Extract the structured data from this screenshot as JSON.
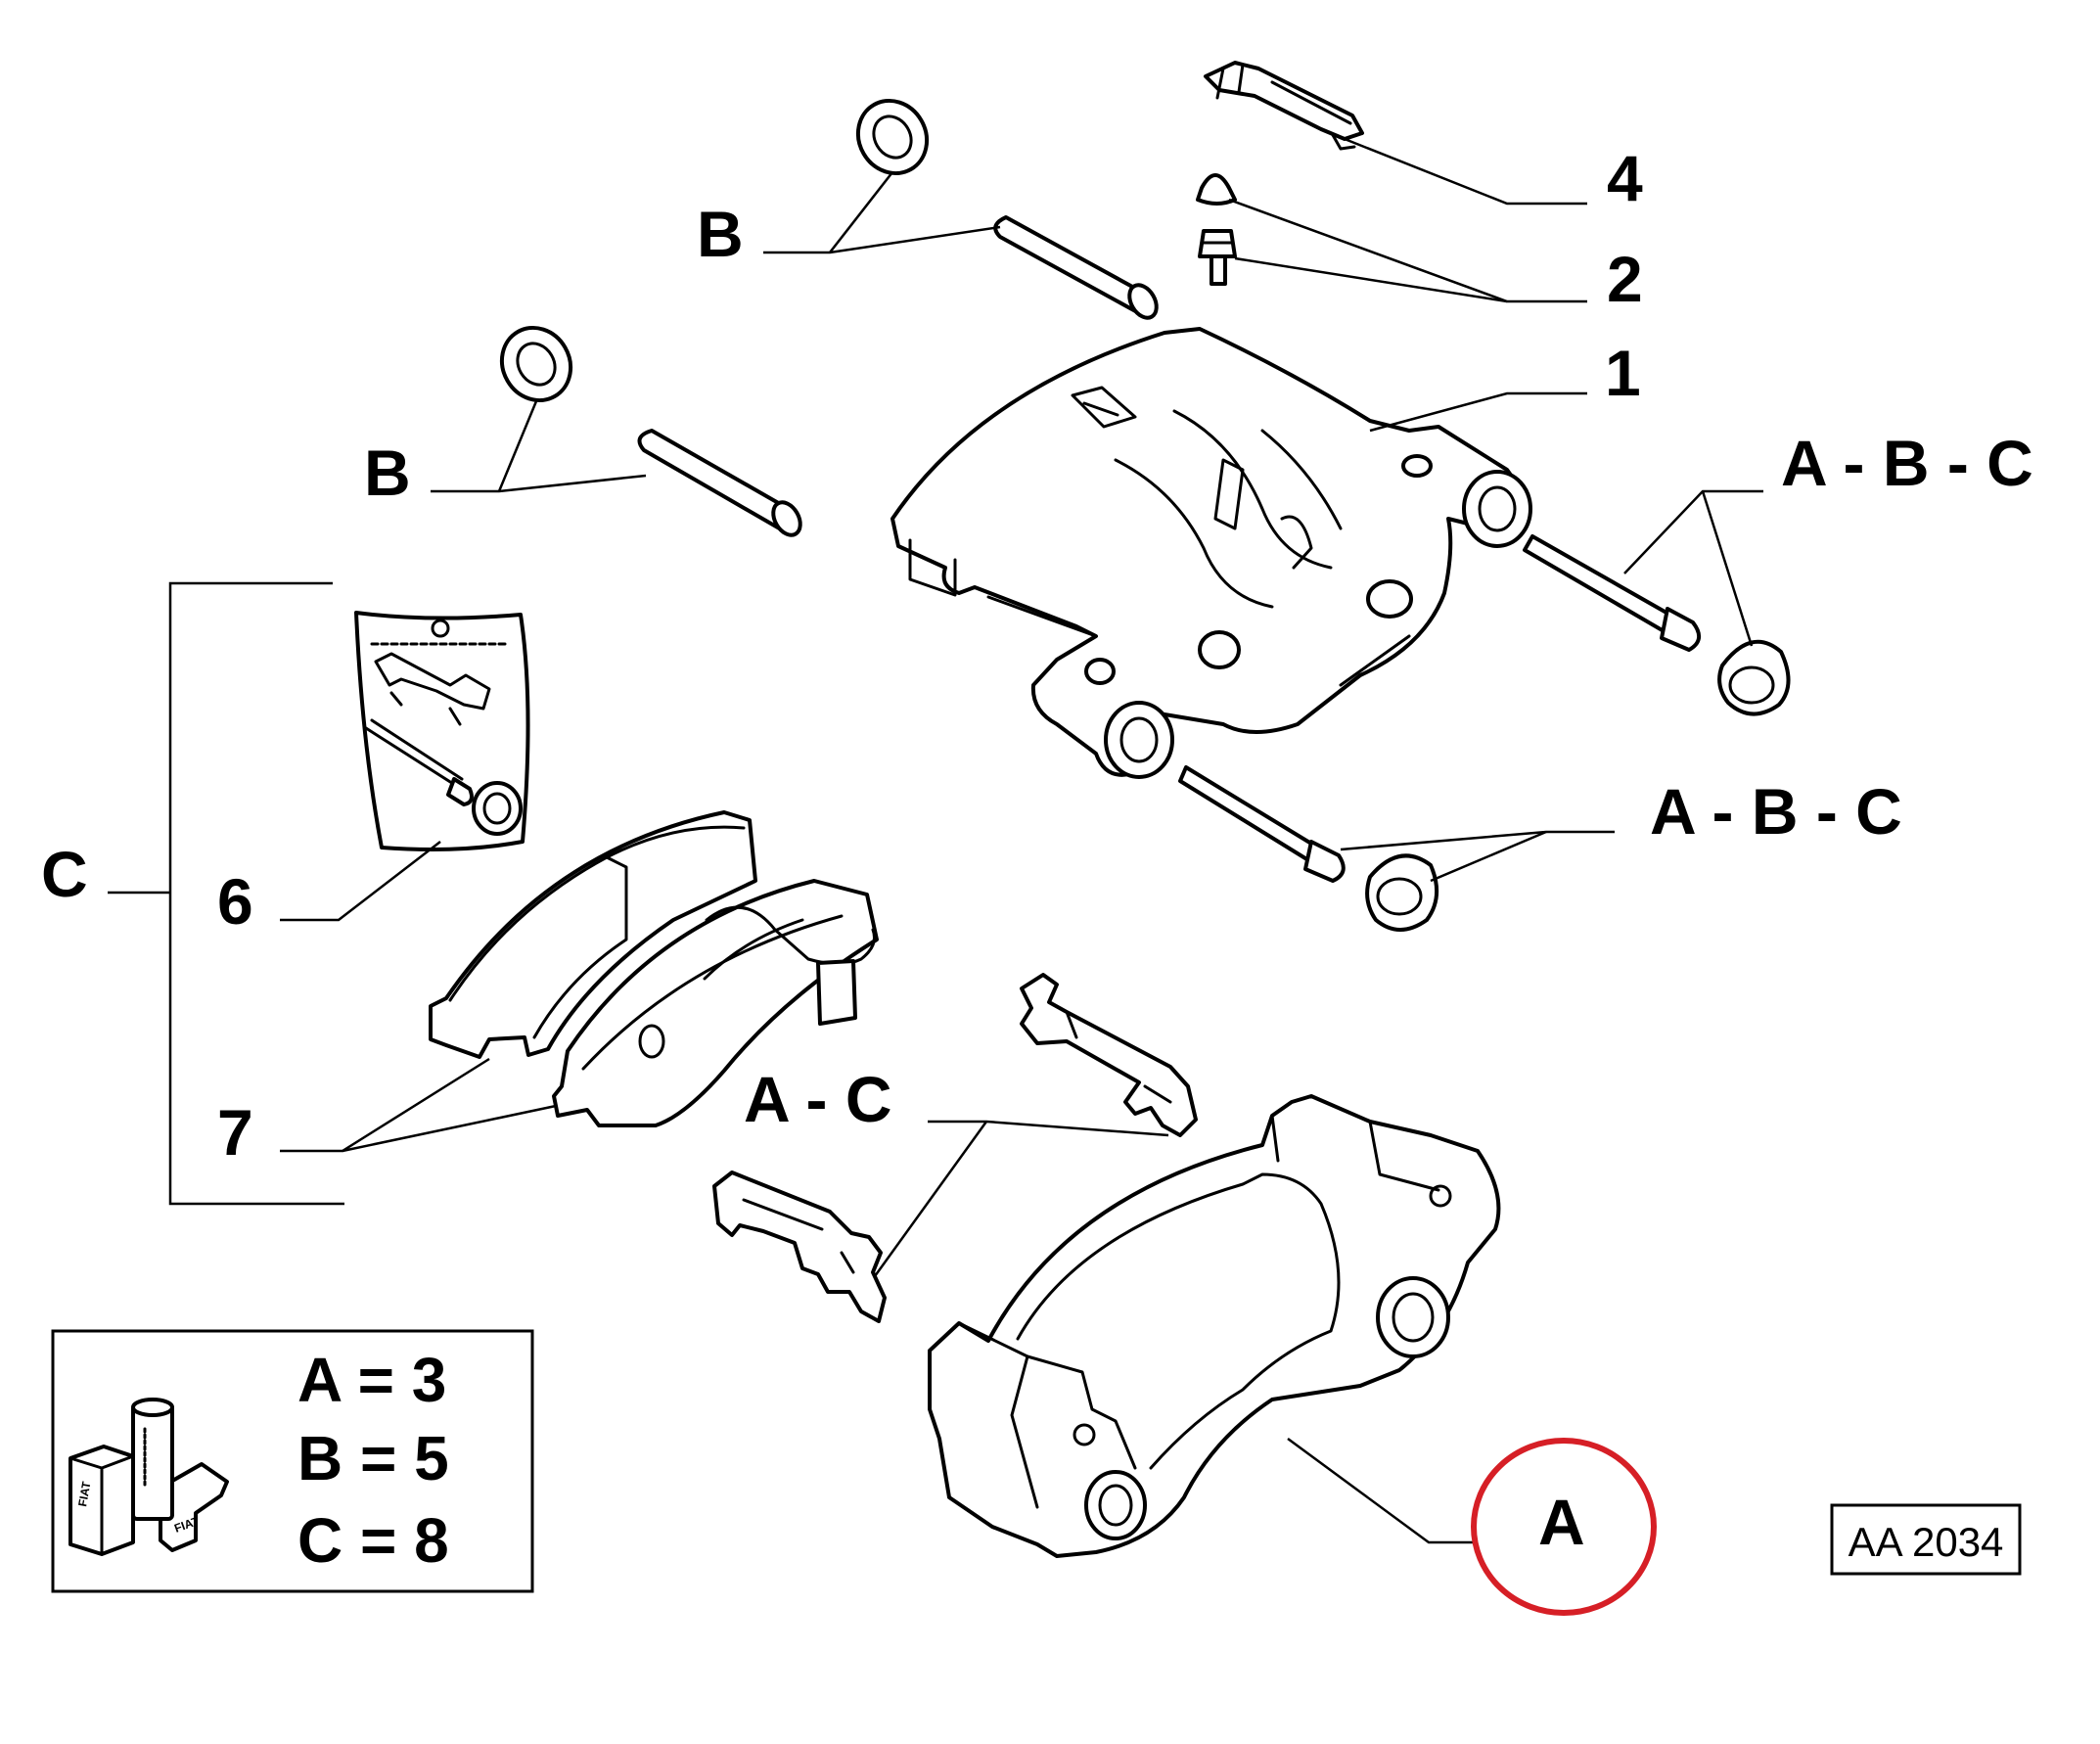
{
  "callouts": {
    "part_4": "4",
    "part_2": "2",
    "part_1": "1",
    "part_6": "6",
    "part_7": "7",
    "pin_upper": "B",
    "pin_left": "B",
    "bolt_upper": "A - B - C",
    "bolt_lower": "A - B - C",
    "clips": "A - C",
    "kit_c": "C",
    "bracket": "A"
  },
  "legend": {
    "rows": [
      "A = 3",
      "B = 5",
      "C = 8"
    ],
    "icon_text": [
      "FIAT",
      "FIAT"
    ]
  },
  "reference_code": "AA 2034",
  "colors": {
    "ink": "#000000",
    "highlight_circle": "#d61f26",
    "background": "#ffffff"
  },
  "icons": [
    "parts-package-icon",
    "highlight-circle"
  ]
}
